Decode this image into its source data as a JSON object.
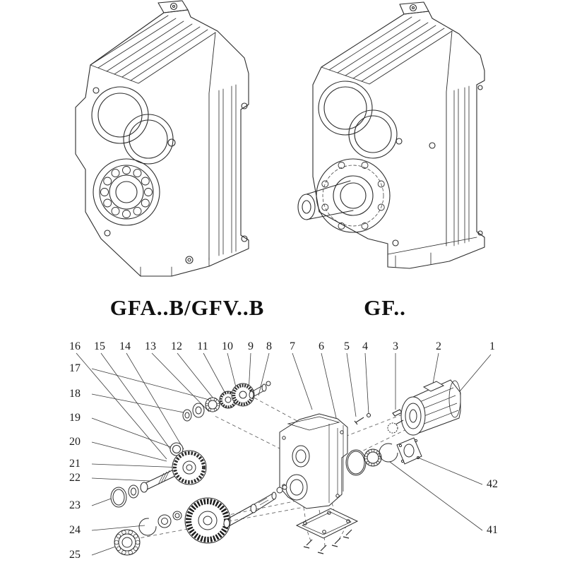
{
  "colors": {
    "line": "#2b2b2b",
    "background": "#ffffff"
  },
  "captions": {
    "left": "GFA..B/GFV..B",
    "right": "GF.."
  },
  "exploded": {
    "top_labels": [
      "16",
      "15",
      "14",
      "13",
      "12",
      "11",
      "10",
      "9",
      "8",
      "7",
      "6",
      "5",
      "4",
      "3",
      "2",
      "1"
    ],
    "left_labels": [
      "17",
      "18",
      "19",
      "20",
      "21",
      "22",
      "23",
      "24",
      "25"
    ],
    "right_labels": [
      "42",
      "41"
    ]
  }
}
